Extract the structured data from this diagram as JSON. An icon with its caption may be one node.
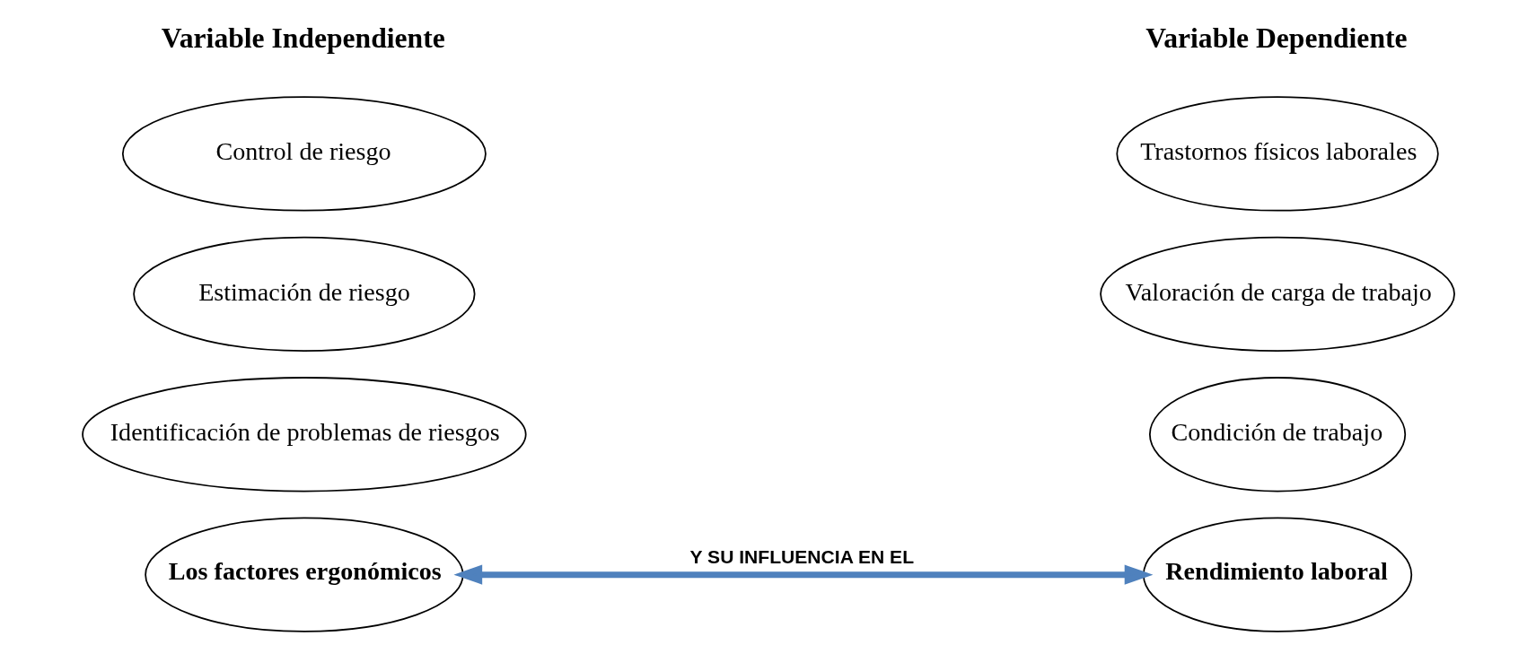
{
  "diagram": {
    "nodes": [
      {
        "text": [
          "Control de riesgo"
        ]
      },
      {
        "text": [
          "Estimación de riesgo"
        ]
      },
      {
        "text": [
          "Identificación de problemas de riesgos"
        ]
      },
      {
        "text": [
          "Los factores ergonómicos"
        ]
      },
      {
        "text": [
          "Trastornos físicos laborales"
        ]
      },
      {
        "text": [
          "Valoración de carga de trabajo"
        ]
      },
      {
        "text": [
          "Condición de trabajo"
        ]
      },
      {
        "text": [
          "Rendimiento laboral"
        ]
      }
    ],
    "edges": [
      {
        "from": 3,
        "to": 7,
        "arrow": "both",
        "label": "Y SU INFLUENCIA EN EL",
        "color": "#4f81bd"
      }
    ],
    "labels": [
      "Variable Independiente",
      "Variable Dependiente"
    ]
  }
}
